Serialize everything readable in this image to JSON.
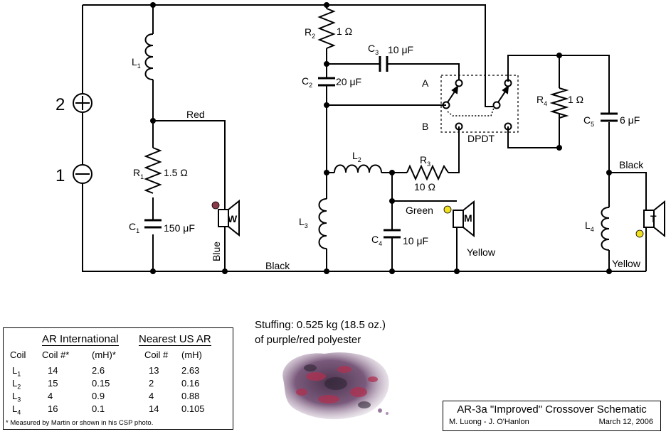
{
  "terminals": {
    "positive": "2",
    "negative": "1"
  },
  "components": {
    "R1": {
      "name": "R",
      "sub": "1",
      "value": "1.5 Ω"
    },
    "R2": {
      "name": "R",
      "sub": "2",
      "value": "1 Ω"
    },
    "R3": {
      "name": "R",
      "sub": "3",
      "value": "10 Ω"
    },
    "R4": {
      "name": "R",
      "sub": "4",
      "value": "1 Ω"
    },
    "C1": {
      "name": "C",
      "sub": "1",
      "value": "150 μF"
    },
    "C2": {
      "name": "C",
      "sub": "2",
      "value": "20 μF"
    },
    "C3": {
      "name": "C",
      "sub": "3",
      "value": "10 μF"
    },
    "C4": {
      "name": "C",
      "sub": "4",
      "value": "10 μF"
    },
    "C5": {
      "name": "C",
      "sub": "5",
      "value": "6 μF"
    },
    "L1": {
      "name": "L",
      "sub": "1"
    },
    "L2": {
      "name": "L",
      "sub": "2"
    },
    "L3": {
      "name": "L",
      "sub": "3"
    },
    "L4": {
      "name": "L",
      "sub": "4"
    }
  },
  "wires": {
    "red": "Red",
    "blue": "Blue",
    "black": "Black",
    "green": "Green",
    "yellow": "Yellow"
  },
  "switch": {
    "pos_a": "A",
    "pos_b": "B",
    "label": "DPDT"
  },
  "speakers": {
    "woofer": "W",
    "mid": "M",
    "tweeter": "T"
  },
  "colors": {
    "woofer_dot": "#8b3a4a",
    "yellow_dot": "#f0e020"
  },
  "coil_table": {
    "group_ar_international": "AR International",
    "group_nearest_us_ar": "Nearest US AR",
    "col_coil": "Coil",
    "col_coil_num_star": "Coil #*",
    "col_mh_star": "(mH)*",
    "col_coil_num": "Coil #",
    "col_mh": "(mH)",
    "rows": [
      {
        "coil": "L",
        "sub": "1",
        "ar_num": "14",
        "ar_mh": "2.6",
        "us_num": "13",
        "us_mh": "2.63"
      },
      {
        "coil": "L",
        "sub": "2",
        "ar_num": "15",
        "ar_mh": "0.15",
        "us_num": "2",
        "us_mh": "0.16"
      },
      {
        "coil": "L",
        "sub": "3",
        "ar_num": "4",
        "ar_mh": "0.9",
        "us_num": "4",
        "us_mh": "0.88"
      },
      {
        "coil": "L",
        "sub": "4",
        "ar_num": "16",
        "ar_mh": "0.1",
        "us_num": "14",
        "us_mh": "0.105"
      }
    ],
    "footnote": "* Measured by Martin or shown in his CSP photo."
  },
  "stuffing": {
    "line1": "Stuffing: 0.525 kg  (18.5 oz.)",
    "line2": "of purple/red polyester"
  },
  "title_box": {
    "title": "AR-3a \"Improved\"  Crossover Schematic",
    "authors": "M. Luong - J. O'Hanlon",
    "date": "March 12, 2006"
  }
}
